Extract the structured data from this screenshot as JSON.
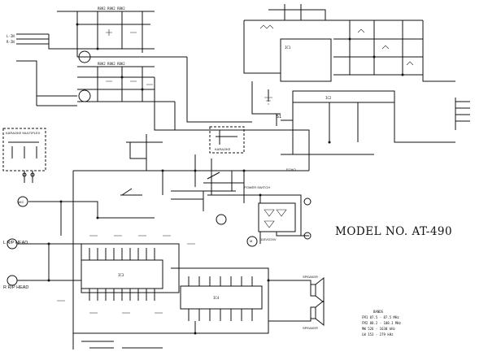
{
  "title": "MODEL NO. AT-490",
  "head_labels": {
    "left": "L  R/P HEAD",
    "right": "R  R/P HEAD"
  },
  "blocks": {
    "karaoke": "KARAOKE MULTIPLEX",
    "karaoke_sw": "KARAOKE",
    "echo": "ECHO",
    "power_sw": "POWER SWITCH",
    "voltage": "115V/220V",
    "mic": "MIC"
  },
  "speakers": {
    "top": "SPEAKER",
    "bottom": "SPEAKER"
  },
  "motor": "M",
  "band_legend": {
    "heading": "BANDS",
    "rows": [
      "FM1  87.5 - 87.5 MHz",
      "FM2  88.2 - 108.1 MHz",
      "MW   526 - 1630 kHz",
      "LW   153 - 279 kHz"
    ]
  },
  "colors": {
    "ink": "#111111",
    "paper": "#ffffff"
  }
}
